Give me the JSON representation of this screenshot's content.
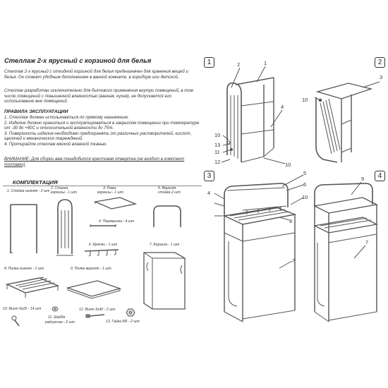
{
  "title": "Стеллаж 2-х ярусный с корзиной для белья",
  "intro": [
    "Стеллаж 2-х ярусный с откидной корзиной для белья предназначен для хранения вещей и",
    "белья. Он станет удобным дополнением в ванной комнате, в коридоре или детской."
  ],
  "purpose": [
    "Стеллаж разработан исключительно для бытового применения внутри помещений, в том",
    "числе помещений с повышенной влажностью (ванная, кухня), не допускается его",
    "использование вне помещений."
  ],
  "rules_heading": "ПРАВИЛА ЭКСПЛУАТАЦИИ",
  "rules": [
    "1. Стеллаж должен использоваться по прямому назначению.",
    "2. Изделие должно храниться и эксплуатироваться в закрытом помещении при  температуре",
    "от -30 до +40С и относительной влажности до 75%.",
    "3. Поверхность изделия необходимо предохранять от различных растворителей, кислот,",
    "щелочей и механических повреждений.",
    "4. Протирайте стеллаж мягкой влажной тканью."
  ],
  "warning": [
    "ВНИМАНИЕ: Для сборки вам понадобится крестовая отвертка (не входит в комплект",
    "поставки)"
  ],
  "kit_heading": "КОМПЛЕКТАЦИЯ",
  "parts": {
    "p1": "1. Стойка нижняя - 2 шт",
    "p2a": "2. Стенка",
    "p2b": "корзины - 1 шт",
    "p3a": "3. Рама",
    "p3b": "корзины - 1 шт",
    "p4": "4. Перемычка - 4 шт",
    "p5a": "5. Верхняя",
    "p5b": "стойка 2 шт",
    "p6": "6. Крючки - 1 шт",
    "p7": "7. Корзина - 1 шт",
    "p8": "8. Полка нижняя - 1 шт",
    "p9": "9. Полка верхняя - 1 шт",
    "p10": "10. Винт 6х25 - 14 шт",
    "p11a": "11. Шайба",
    "p11b": "радиусная - 2 шт",
    "p12": "12. Винт 5х40 - 2 шт",
    "p13": "13. Гайка М5 - 2 шт"
  },
  "steps": {
    "s1": "1",
    "s2": "2",
    "s3": "3",
    "s4": "4"
  },
  "callouts": {
    "d1": [
      "2",
      "1",
      "4",
      "10",
      "13",
      "11",
      "12",
      "10"
    ],
    "d2": [
      "3",
      "10"
    ],
    "d3": [
      "5",
      "4",
      "6",
      "10",
      "8",
      "7"
    ],
    "d4": [
      "9",
      "7"
    ]
  }
}
